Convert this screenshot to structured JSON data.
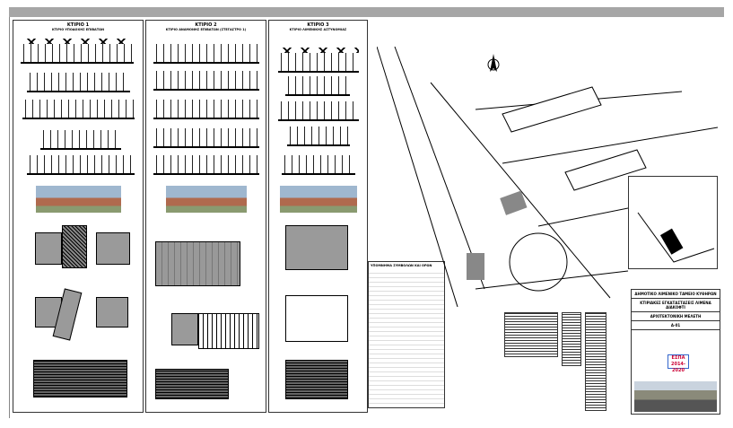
{
  "panels": [
    {
      "title": "ΚΤΙΡΙΟ 1",
      "subtitle": "ΚΤΙΡΙΟ ΥΠΟΔΟΧΗΣ ΕΠΙΒΑΤΩΝ"
    },
    {
      "title": "ΚΤΙΡΙΟ 2",
      "subtitle": "ΚΤΙΡΙΟ ΑΝΑΜΟΝΗΣ ΕΠΙΒΑΤΩΝ (ΣΤΕΓΑΣΤΡΟ 1)"
    },
    {
      "title": "ΚΤΙΡΙΟ 3",
      "subtitle": "ΚΤΙΡΙΟ ΛΙΜΕΝΙΚΗΣ ΑΣΤΥΝΟΜΙΑΣ"
    }
  ],
  "notes": {
    "title": "ΥΠΟΜΝΗΜΑ ΣΥΜΒΟΛΩΝ ΚΑΙ ΟΡΩΝ"
  },
  "title_block": {
    "authority": "ΔΗΜΟΤΙΚΟ ΛΙΜΕΝΙΚΟ ΤΑΜΕΙΟ ΚΥΘΗΡΩΝ",
    "project": "ΚΤΙΡΙΑΚΕΣ ΕΓΚΑΤΑΣΤΑΣΕΙΣ ΛΙΜΕΝΑ ΔΙΑΚΟΦΤΙ",
    "study": "ΑΡΧΙΤΕΚΤΟΝΙΚΗ ΜΕΛΕΤΗ",
    "sheet": "Α-01",
    "espa": "ΕΣΠΑ 2014-2020"
  }
}
